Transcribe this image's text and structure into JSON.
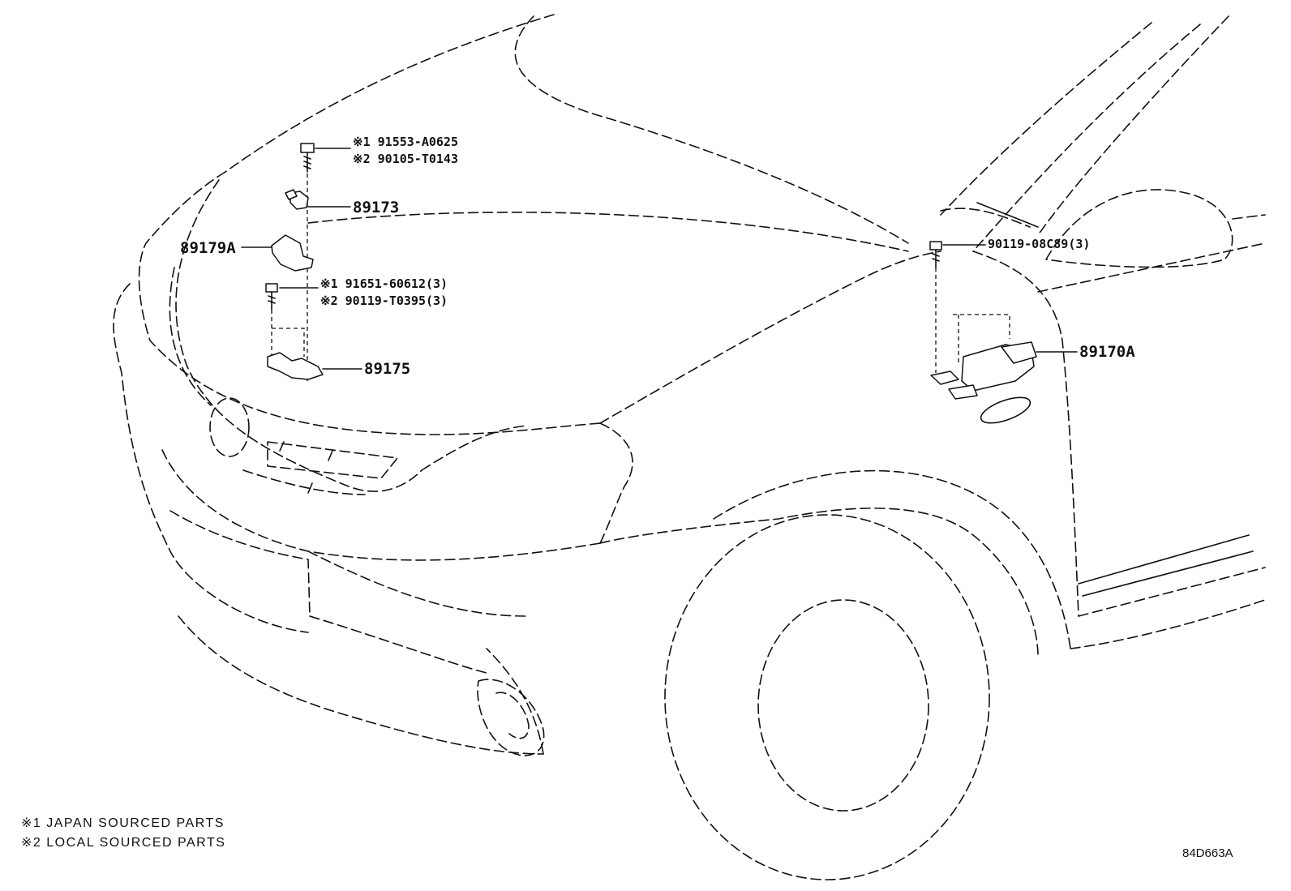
{
  "callouts": {
    "bolt_top_1": "※1 91553-A0625",
    "bolt_top_2": "※2 90105-T0143",
    "p89173": "89173",
    "p89179a": "89179A",
    "bolt_mid_1": "※1 91651-60612(3)",
    "bolt_mid_2": "※2 90119-T0395(3)",
    "p89175": "89175",
    "bolt_right": "90119-08C89(3)",
    "p89170a": "89170A"
  },
  "legend": [
    "※1 JAPAN SOURCED PARTS",
    "※2 LOCAL SOURCED PARTS"
  ],
  "diagram_code": "84D663A"
}
